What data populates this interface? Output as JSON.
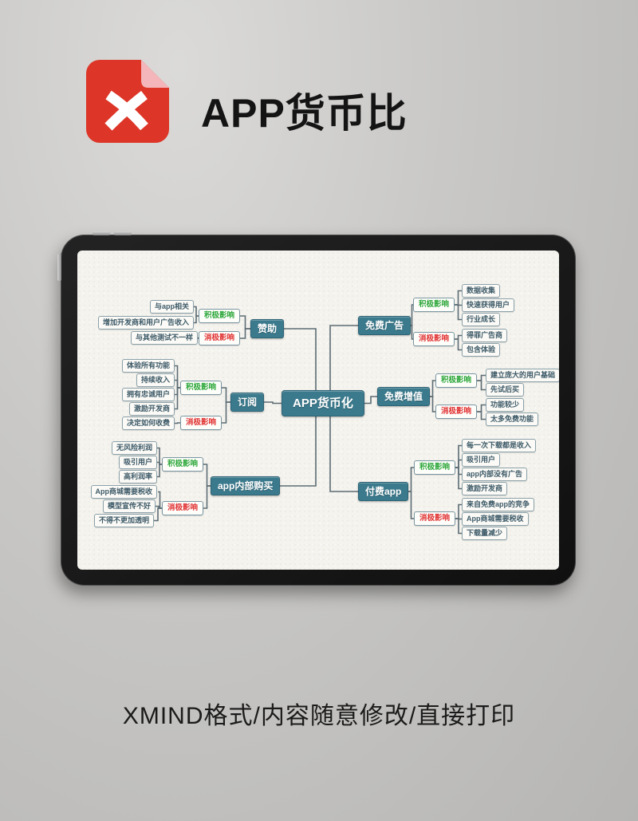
{
  "page": {
    "title": "APP货币比",
    "caption": "XMIND格式/内容随意修改/直接打印",
    "icon": "xmind-icon"
  },
  "colors": {
    "topic_teal": "#3b7a8d",
    "positive_green": "#2fa83c",
    "negative_red": "#e13434",
    "xmind_red": "#dd3527"
  },
  "mindmap": {
    "root": "APP货币化",
    "positive_label": "积极影响",
    "negative_label": "消极影响",
    "branches": [
      {
        "label": "赞助",
        "positive": [
          "与app相关",
          "增加开发商和用户广告收入"
        ],
        "negative": [
          "与其他测试不一样"
        ]
      },
      {
        "label": "订阅",
        "positive": [
          "体验所有功能",
          "持续收入",
          "拥有忠诚用户",
          "激励开发商"
        ],
        "negative": [
          "决定如何收费"
        ]
      },
      {
        "label": "app内部购买",
        "positive": [
          "无风险利润",
          "吸引用户",
          "高利润率"
        ],
        "negative": [
          "App商城需要税收",
          "模型宣传不好",
          "不得不更加透明"
        ]
      },
      {
        "label": "免费广告",
        "positive": [
          "数据收集",
          "快速获得用户",
          "行业成长"
        ],
        "negative": [
          "得罪广告商",
          "包含体验"
        ]
      },
      {
        "label": "免费增值",
        "positive": [
          "建立庞大的用户基础",
          "先试后买"
        ],
        "negative": [
          "功能较少",
          "太多免费功能"
        ]
      },
      {
        "label": "付费app",
        "positive": [
          "每一次下载都是收入",
          "吸引用户",
          "app内部没有广告",
          "激励开发商"
        ],
        "negative": [
          "来自免费app的竞争",
          "App商城需要税收",
          "下载量减少"
        ]
      }
    ]
  }
}
